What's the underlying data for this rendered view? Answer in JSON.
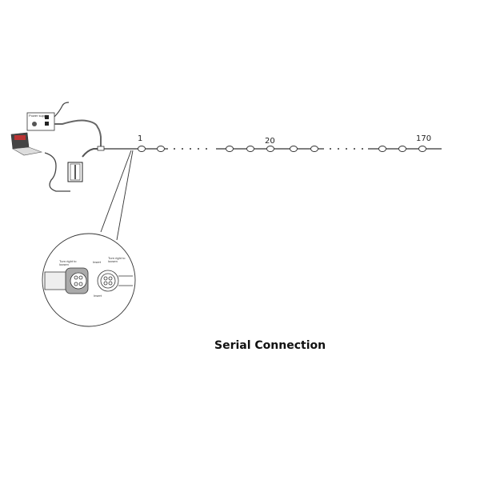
{
  "diagram": {
    "caption": "Serial Connection",
    "node_labels": [
      "1",
      "20",
      "170"
    ],
    "power_supply_label": "Power supply",
    "connector_labels": {
      "turn_left": "Turn right to loosen",
      "insert_top": "Insert",
      "turn_right": "Turn right to loosen",
      "insert_bottom": "Insert"
    }
  }
}
